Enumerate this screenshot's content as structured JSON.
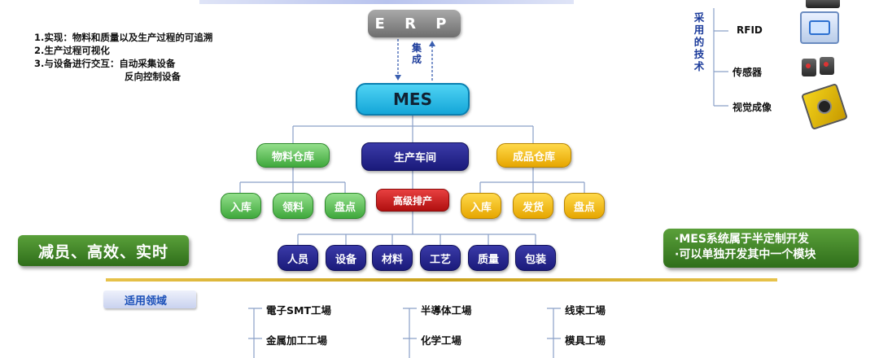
{
  "erp_label": "E R P",
  "integration_label": "集成",
  "mes_label": "MES",
  "notes": [
    "1.实现：物料和质量以及生产过程的可追溯",
    "2.生产过程可视化",
    "3.与设备进行交互：自动采集设备",
    "反向控制设备"
  ],
  "level1": {
    "material_warehouse": "物料仓库",
    "workshop": "生产车间",
    "product_warehouse": "成品仓库"
  },
  "material_children": [
    "入库",
    "领料",
    "盘点"
  ],
  "scheduling": "高级排产",
  "product_children": [
    "入库",
    "发货",
    "盘点"
  ],
  "workshop_children": [
    "人员",
    "设备",
    "材料",
    "工艺",
    "质量",
    "包装"
  ],
  "slogan_left": "减员、高效、实时",
  "slogan_right": [
    "·MES系统属于半定制开发",
    "·可以单独开发其中一个模块"
  ],
  "domains_title": "适用领域",
  "domains": [
    "電子SMT工場",
    "金属加工工場",
    "半導体工場",
    "化学工場",
    "线束工場",
    "模具工場"
  ],
  "tech": {
    "title": "采用的技术",
    "items": [
      "RFID",
      "传感器",
      "视觉成像"
    ]
  },
  "colors": {
    "mes": "#14a6d8",
    "green": "#3fa83c",
    "navy": "#1a1a7a",
    "yellow": "#e6a600",
    "red": "#b00f0f",
    "gold": "#caa11c"
  }
}
